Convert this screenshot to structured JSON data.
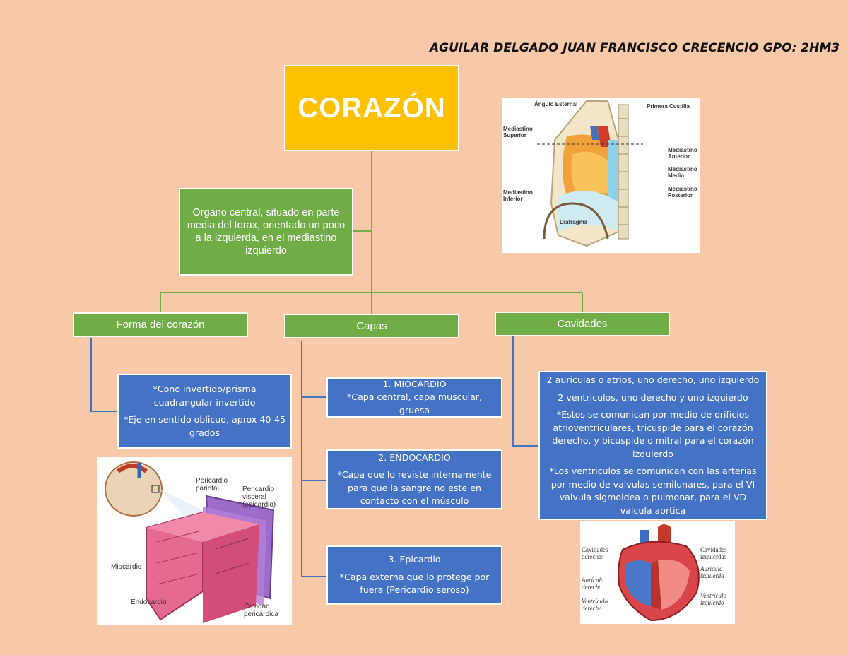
{
  "author": "AGUILAR DELGADO JUAN FRANCISCO CRECENCIO   GPO: 2HM3",
  "title": "CORAZÓN",
  "definition": "Organo central, situado en parte media del torax, orientado un poco a la izquierda, en el mediastino izquierdo",
  "categories": {
    "forma": "Forma del corazón",
    "capas": "Capas",
    "cavidades": "Cavidades"
  },
  "forma_box": {
    "line1": "*Cono invertido/prisma cuadrangular invertido",
    "line2": "*Eje en sentido oblicuo, aprox 40-45 grados"
  },
  "capas": [
    {
      "title": "1. MIOCARDIO",
      "text": "*Capa central, capa muscular, gruesa"
    },
    {
      "title": "2. ENDOCARDIO",
      "text": "*Capa que lo reviste internamente para que la sangre no este en contacto con el músculo"
    },
    {
      "title": "3. Epicardio",
      "text": "*Capa externa que lo protege por fuera (Pericardio seroso)"
    }
  ],
  "cavidades_box": {
    "p1": "2 auriculas o atrios, uno derecho, uno izquierdo",
    "p2": "2 ventriculos, uno derecho y uno izquierdo",
    "p3": "*Estos se comunican por medio de orificios atrioventriculares, tricuspide para el corazón derecho, y bicuspide o mitral para el corazón izquierdo",
    "p4": "*Los ventriculos se comunican con las arterias por medio de valvulas semilunares, para el VI valvula sigmoidea o pulmonar, para el VD valcula aortica"
  },
  "mediastino_image": {
    "angulo": "Ángulo Esternal",
    "costilla": "Primera Costilla",
    "superior": "Mediastino Superior",
    "anterior": "Mediastino Anterior",
    "medio": "Mediastino Medio",
    "inferior": "Mediastino Inferior",
    "posterior": "Mediastino Posterior",
    "diafragma": "Diafragma"
  },
  "layers_image": {
    "parietal": "Pericardio parietal",
    "visceral": "Pericardio visceral (epicardio)",
    "miocardio": "Miocardio",
    "endocardio": "Endocardio",
    "cavidad": "Cavidad pericárdica"
  },
  "cavities_image": {
    "der": "Cavidades derechas",
    "izq": "Cavidades izquierdas",
    "aur_der": "Aurícula derecha",
    "aur_izq": "Aurícula izquierda",
    "ven_der": "Ventrículo derecho",
    "ven_izq": "Ventrículo izquierdo"
  },
  "colors": {
    "title": "#ffc000",
    "green": "#70ad47",
    "blue": "#4472c4",
    "background": "#f7c9a8"
  }
}
